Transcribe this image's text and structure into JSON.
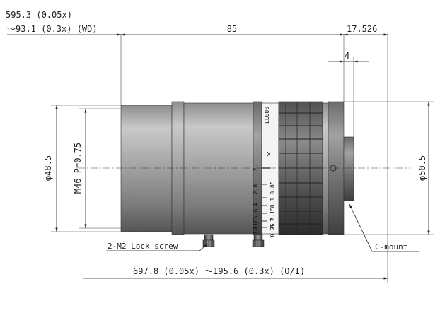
{
  "labels": {
    "far_distance": "595.3 (0.05x)",
    "near_distance": "～93.1 (0.3x) (WD)",
    "length_85": "85",
    "length_17526": "17.526",
    "length_4": "4",
    "diameter_485": "φ48.5",
    "thread": "M46 P=0.75",
    "diameter_505": "φ50.5",
    "lock_screw": "2-M2 Lock screw",
    "cmount": "C-mount",
    "oi_distance": "697.8 (0.05x) ～195.6 (0.3x) (O/I)"
  },
  "lens_scale": {
    "infinity_mark": "LL000",
    "x_mark": "X",
    "distance_marks": [
      "2",
      "2.8",
      "4",
      "5.6",
      "8",
      "11",
      "16"
    ],
    "magnification_marks": [
      "0.05",
      "0.1",
      "0.15",
      "0.2",
      "0.25"
    ]
  }
}
